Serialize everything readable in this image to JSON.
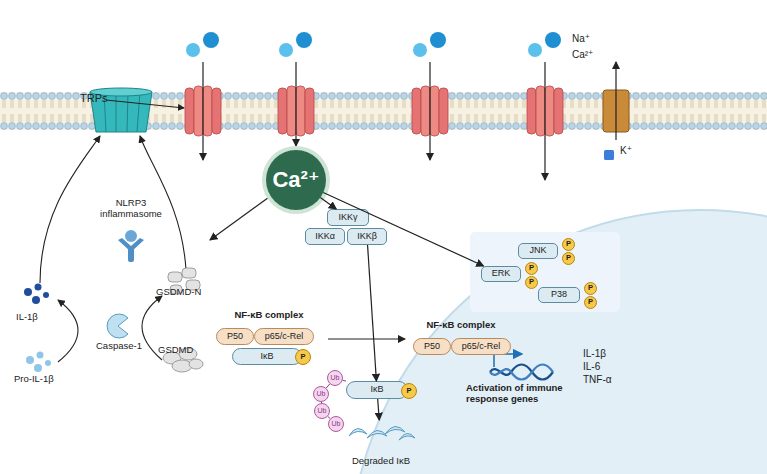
{
  "diagram": {
    "nodes": [
      {
        "text": [
          "Ca²⁺"
        ]
      },
      {
        "text": [
          "IKKγ"
        ]
      },
      {
        "text": [
          "IKKα"
        ]
      },
      {
        "text": [
          "IKKβ"
        ]
      },
      {
        "text": [
          "NF-κB complex"
        ]
      },
      {
        "text": [
          "P50"
        ],
        "in": 4
      },
      {
        "text": [
          "p65/c-Rel"
        ],
        "in": 4
      },
      {
        "text": [
          "IκB"
        ],
        "in": 4
      },
      {
        "text": [
          "P"
        ],
        "in": 7
      },
      {
        "text": [
          "NF-κB complex"
        ]
      },
      {
        "text": [
          "P50"
        ],
        "in": 9
      },
      {
        "text": [
          "p65/c-Rel"
        ],
        "in": 9
      },
      {
        "text": [
          "IκB"
        ]
      },
      {
        "text": [
          "P"
        ],
        "in": 12
      },
      {
        "text": [
          "Ub"
        ]
      },
      {
        "text": [
          "Ub"
        ]
      },
      {
        "text": [
          "Ub"
        ]
      },
      {
        "text": [
          "Ub"
        ]
      },
      {
        "text": [
          "Degraded IκB"
        ]
      },
      {
        "text": [
          "JNK"
        ]
      },
      {
        "text": [
          "P"
        ],
        "in": 19
      },
      {
        "text": [
          "P"
        ],
        "in": 19
      },
      {
        "text": [
          "ERK"
        ]
      },
      {
        "text": [
          "P"
        ],
        "in": 22
      },
      {
        "text": [
          "P"
        ],
        "in": 22
      },
      {
        "text": [
          "P38"
        ]
      },
      {
        "text": [
          "P"
        ],
        "in": 25
      },
      {
        "text": [
          "P"
        ],
        "in": 25
      }
    ],
    "edges": [
      {
        "from": 0,
        "to": 1,
        "arrow": "to"
      },
      {
        "from": 0,
        "to": 22,
        "arrow": "to"
      },
      {
        "from": 3,
        "to": 12,
        "arrow": "to"
      },
      {
        "from": 4,
        "to": 9,
        "arrow": "to"
      },
      {
        "from": 14,
        "to": 12,
        "arrow": "none"
      },
      {
        "from": 14,
        "to": 15,
        "arrow": "none"
      },
      {
        "from": 15,
        "to": 16,
        "arrow": "none"
      },
      {
        "from": 16,
        "to": 17,
        "arrow": "none"
      },
      {
        "from": 12,
        "to": 18,
        "arrow": "to"
      }
    ],
    "labels": [
      "TRPs",
      "Na⁺",
      "Ca²⁺",
      "K⁺",
      "NLRP3 inflammasome",
      "IL-1β",
      "Pro-IL-1β",
      "Caspase-1",
      "GSDMD-N",
      "GSDMD",
      "Activation of immune response genes",
      "IL-1β",
      "IL-6",
      "TNF-α"
    ]
  }
}
